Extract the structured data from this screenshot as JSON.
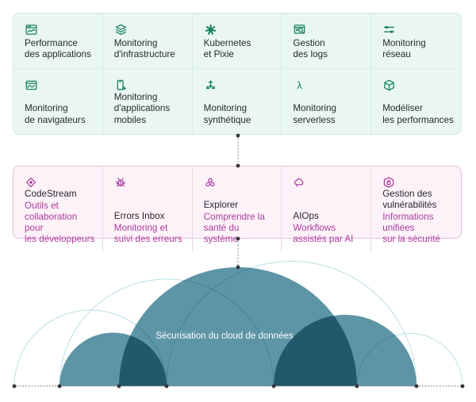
{
  "observability": {
    "items": [
      {
        "label": "Performance\ndes applications",
        "icon": "apm-window-chart-icon"
      },
      {
        "label": "Monitoring\nd'infrastructure",
        "icon": "infrastructure-layers-icon"
      },
      {
        "label": "Kubernetes\net Pixie",
        "icon": "kubernetes-wheel-icon"
      },
      {
        "label": "Gestion\ndes logs",
        "icon": "logs-search-icon"
      },
      {
        "label": "Monitoring\nréseau",
        "icon": "network-sliders-icon"
      },
      {
        "label": "Monitoring\nde navigateurs",
        "icon": "browser-wave-icon"
      },
      {
        "label": "Monitoring\nd'applications\nmobiles",
        "icon": "mobile-plus-icon"
      },
      {
        "label": "Monitoring\nsynthétique",
        "icon": "synthetic-arrows-icon"
      },
      {
        "label": "Monitoring\nserverless",
        "icon": "serverless-lambda-icon"
      },
      {
        "label": "Modéliser\nles performances",
        "icon": "model-cube-icon"
      }
    ]
  },
  "tools": {
    "items": [
      {
        "title": "CodeStream",
        "subtitle": "Outils et\ncollaboration pour\nles développeurs",
        "icon": "codestream-diamond-icon"
      },
      {
        "title": "Errors Inbox",
        "subtitle": "Monitoring et\nsuivi des erreurs",
        "icon": "bug-icon"
      },
      {
        "title": "Explorer",
        "subtitle": "Comprendre la\nsanté du système",
        "icon": "explorer-circles-icon"
      },
      {
        "title": "AIOps",
        "subtitle": "Workflows\nassistés par AI",
        "icon": "aiops-brain-icon"
      },
      {
        "title": "Gestion des\nvulnérabilités",
        "subtitle": "Informations unifiées\nsur la sécurité",
        "icon": "shield-lock-hexagon-icon"
      }
    ]
  },
  "data_cloud": {
    "label": "Sécurisation du cloud de données"
  },
  "colors": {
    "observability_accent": "#15825a",
    "observability_bg": "#eaf7f1",
    "tools_accent": "#a93a9c",
    "tools_bg": "#fcf2f8",
    "dome_fill": "#5d95a6",
    "arc_stroke": "#badee8",
    "text": "#28282e"
  }
}
